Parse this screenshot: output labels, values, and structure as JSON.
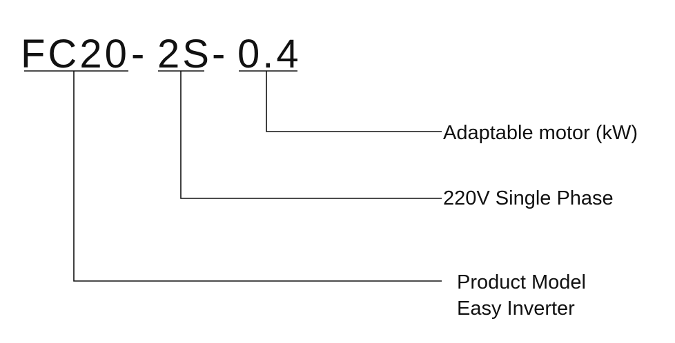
{
  "model": {
    "series": "FC20",
    "separator_1": "-",
    "phase_code": "2S",
    "separator_2": "-",
    "power_code": "0.4"
  },
  "labels": {
    "power": "Adaptable motor (kW)",
    "phase": "220V Single Phase",
    "product_line_1": "Product Model",
    "product_line_2": "Easy Inverter"
  },
  "colors": {
    "text": "#111111",
    "background": "#ffffff"
  }
}
